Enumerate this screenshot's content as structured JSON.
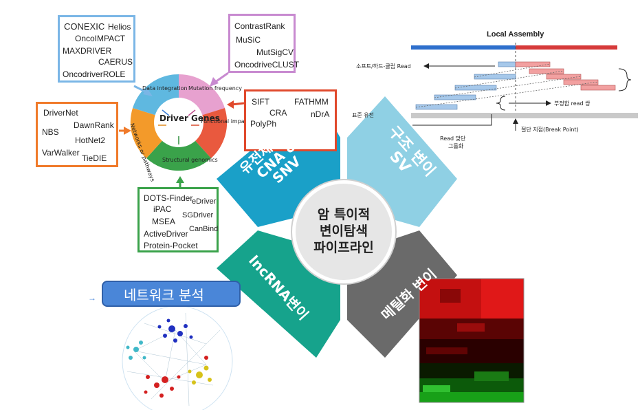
{
  "center": {
    "line1": "암 특이적",
    "line2": "변이탐색",
    "line3": "파이프라인"
  },
  "petals": {
    "snv": {
      "line1": "유전체 변이",
      "line2": "CNA &",
      "line3": "SNV"
    },
    "sv": {
      "line1": "구조 변이",
      "line2": "SV"
    },
    "lncrna": {
      "label": "lncRNA변이"
    },
    "methyl": {
      "label": "메틸화 변이"
    }
  },
  "network_button": {
    "label": "네트워크 분석"
  },
  "driver_wheel": {
    "center": "Driver Genes",
    "segments": [
      "Data integration",
      "Mutation frequency",
      "Functional impact",
      "Structural genomics",
      "Networks or pathways"
    ]
  },
  "tool_boxes": {
    "blue": [
      "CONEXIC",
      "Helios",
      "OncoIMPACT",
      "MAXDRIVER",
      "CAERUS",
      "OncodriverROLE"
    ],
    "purple": [
      "ContrastRank",
      "MuSiC",
      "MutSigCV",
      "OncodriveCLUST"
    ],
    "orange": [
      "DriverNet",
      "DawnRank",
      "NBS",
      "HotNet2",
      "VarWalker",
      "TieDIE"
    ],
    "red": [
      "SIFT",
      "FATHMM",
      "CRA",
      "PolyPh",
      "nDrA"
    ],
    "green": [
      "DOTS-Finder",
      "eDriver",
      "iPAC",
      "SGDriver",
      "MSEA",
      "CanBind",
      "ActiveDriver",
      "Protein-Pocket"
    ]
  },
  "assembly": {
    "title": "Local Assembly",
    "soft_clip": "소프트/하드-클립 Read",
    "mismatch_pair": "부정합 read 쌍",
    "reference": "표준 유전",
    "read_group": "Read 맞단",
    "grouping": "그룹화",
    "break_point": "절단 지점(Break Point)"
  },
  "colors": {
    "snv": "#1aa0c8",
    "sv": "#8fd0e4",
    "lncrna": "#16a38c",
    "methyl": "#6a6a6a",
    "button": "#4a86d8"
  }
}
